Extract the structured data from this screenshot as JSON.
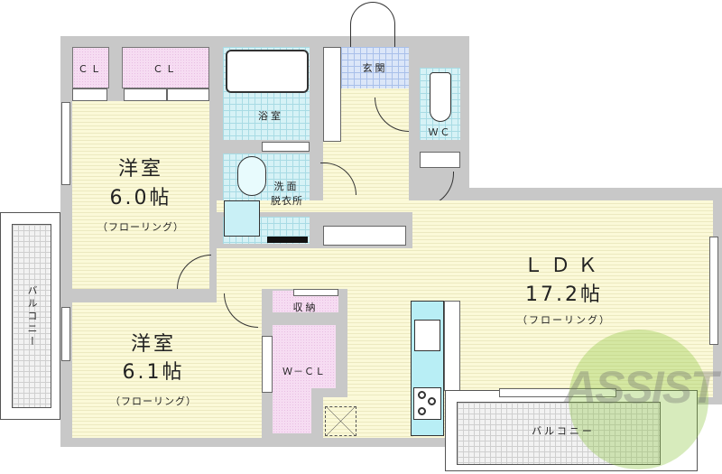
{
  "rooms": {
    "closet1": "ＣＬ",
    "closet2": "ＣＬ",
    "bath": "浴室",
    "entrance": "玄関",
    "toilet": "ＷＣ",
    "washroom_line1": "洗面",
    "washroom_line2": "脱衣所",
    "western1_name": "洋室",
    "western1_size": "6.0帖",
    "western1_floor": "（フローリング）",
    "western2_name": "洋室",
    "western2_size": "6.1帖",
    "western2_floor": "（フローリング）",
    "ldk_name": "ＬＤＫ",
    "ldk_size": "17.2帖",
    "ldk_floor": "（フローリング）",
    "storage": "収納",
    "walkin_closet": "Ｗ－ＣＬ",
    "balcony_left": "バルコニー",
    "balcony_right": "バルコニー"
  },
  "watermark": "ASSIST",
  "colors": {
    "floor": "#fbf9d8",
    "closet": "#f6dcf2",
    "wet": "#d6f2f6",
    "entrance": "#dbe6f8",
    "wall": "#c8c8c8",
    "kitchen": "#b8eef5",
    "logo": "#8cc63f"
  }
}
